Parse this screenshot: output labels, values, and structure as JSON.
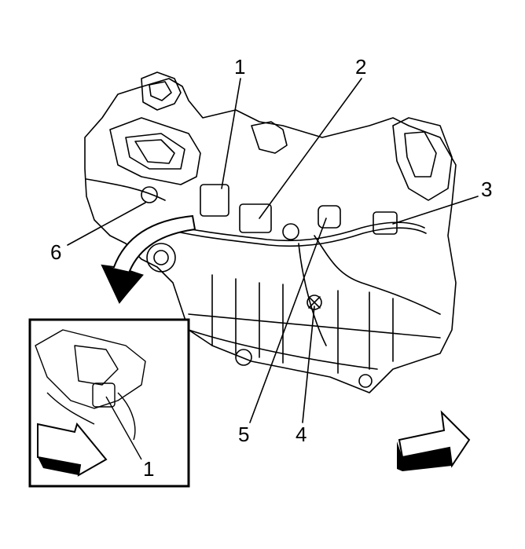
{
  "callouts": {
    "c1": "1",
    "c2": "2",
    "c3": "3",
    "c4": "4",
    "c5": "5",
    "c6": "6",
    "inset_c1": "1"
  },
  "colors": {
    "line": "#000000",
    "background": "#ffffff"
  }
}
